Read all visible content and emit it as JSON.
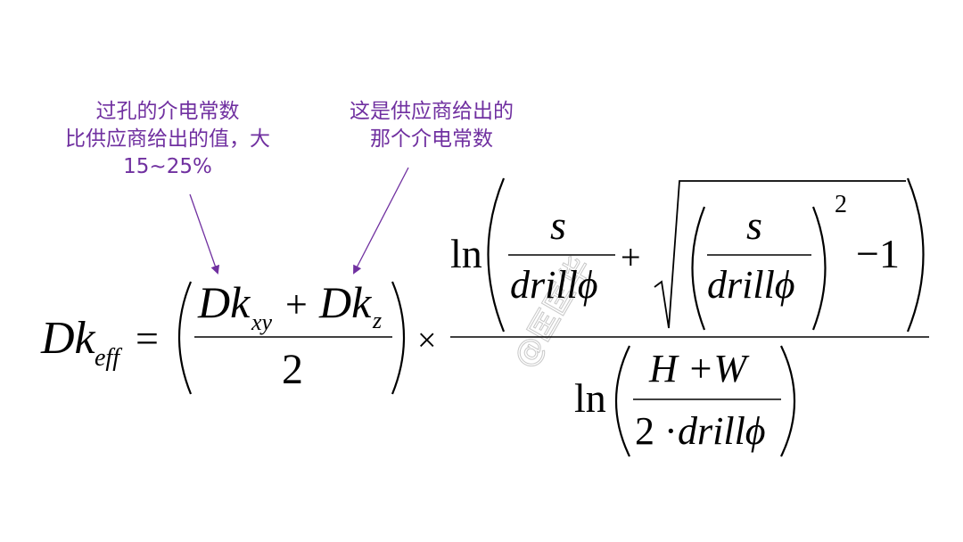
{
  "annotations": {
    "via_note": {
      "line1": "过孔的介电常数",
      "line2": "比供应商给出的值，大",
      "line3": "15~25%"
    },
    "vendor_note": {
      "line1": "这是供应商给出的",
      "line2": "那个介电常数"
    },
    "color": "#7030a0"
  },
  "formula": {
    "lhs": {
      "base": "Dk",
      "sub": "eff"
    },
    "equals": "=",
    "times": "×",
    "term1": {
      "dk1": "Dk",
      "sub1": "xy",
      "plus": "+",
      "dk2": "Dk",
      "sub2": "z",
      "den": "2"
    },
    "ratio": {
      "num": {
        "ln": "ln",
        "s": "s",
        "drill": "drillϕ",
        "plus": "+",
        "exp": "2",
        "minus_one": "−1"
      },
      "den": {
        "ln": "ln",
        "hw": "H +W",
        "two_dot": "2 ·",
        "drill": "drillϕ"
      }
    }
  },
  "watermark": "@匡匡华"
}
